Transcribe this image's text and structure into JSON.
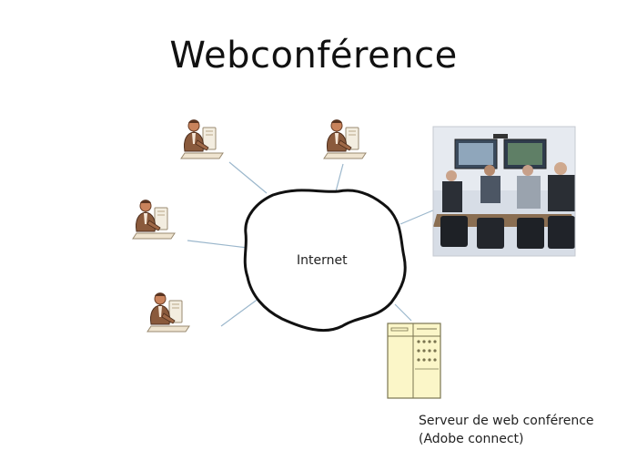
{
  "title": "Webconférence",
  "cloud": {
    "label": "Internet"
  },
  "server": {
    "caption_line1": "Serveur de web conférence",
    "caption_line2": "(Adobe connect)",
    "icon": "server-cabinet-icon"
  },
  "participants": [
    {
      "icon": "person-at-computer-icon"
    },
    {
      "icon": "person-at-computer-icon"
    },
    {
      "icon": "person-at-computer-icon"
    },
    {
      "icon": "person-at-computer-icon"
    }
  ],
  "conference_room": {
    "icon": "video-conference-room-photo"
  },
  "colors": {
    "link_line": "#9bb7cc",
    "cloud_stroke": "#111111",
    "server_fill": "#fbf6c8",
    "person_skin": "#c9835c",
    "person_suit": "#8a5a3c"
  }
}
